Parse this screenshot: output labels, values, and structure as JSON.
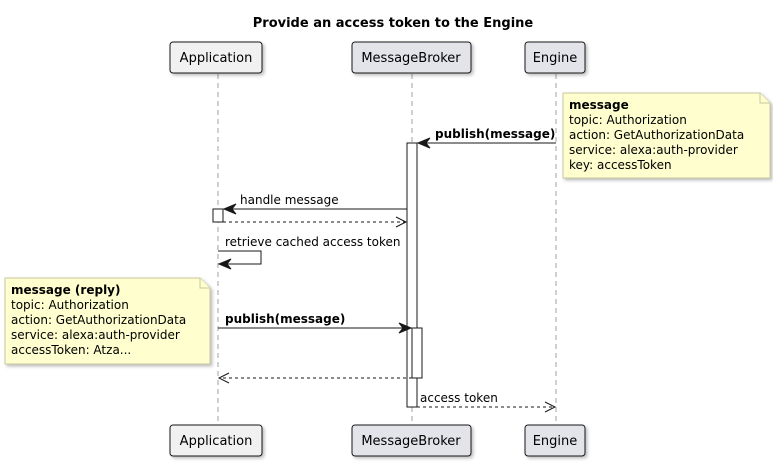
{
  "title": "Provide an access token to the Engine",
  "participants": {
    "application": {
      "label": "Application",
      "fill": "#f1f1f1",
      "border": "#bbbbbb"
    },
    "broker": {
      "label": "MessageBroker",
      "fill": "#e2e4ea",
      "border": "#181818"
    },
    "engine": {
      "label": "Engine",
      "fill": "#e2e4ea",
      "border": "#181818"
    }
  },
  "messages": {
    "m1": "publish(message)",
    "m2": "handle message",
    "m3": "retrieve cached access token",
    "m4": "publish(message)",
    "m5": "access token"
  },
  "notes": {
    "request": {
      "heading": "message",
      "lines": [
        "topic: Authorization",
        "action: GetAuthorizationData",
        "service: alexa:auth-provider",
        "key: accessToken"
      ]
    },
    "reply": {
      "heading": "message (reply)",
      "lines": [
        "topic: Authorization",
        "action: GetAuthorizationData",
        "service: alexa:auth-provider",
        "accessToken: Atza..."
      ]
    }
  }
}
